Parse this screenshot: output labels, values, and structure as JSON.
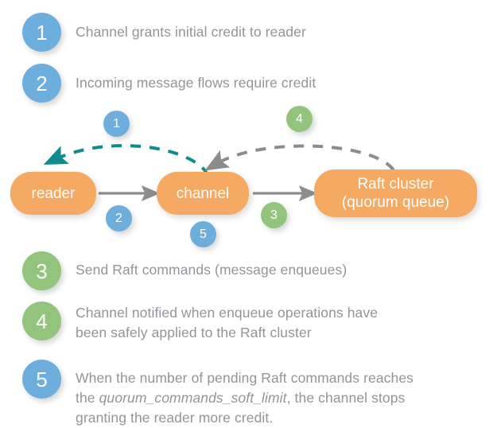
{
  "colors": {
    "blue": "#6eaedd",
    "green": "#93c47d",
    "orange": "#f5a962",
    "text_gray": "#919599",
    "arrow_gray": "#8c8c8c",
    "arrow_teal": "#0f8b8d",
    "background": "#ffffff"
  },
  "legend_top": [
    {
      "number": "1",
      "text": "Channel grants initial credit to reader",
      "color": "blue"
    },
    {
      "number": "2",
      "text": "Incoming message flows require credit",
      "color": "blue"
    }
  ],
  "diagram": {
    "nodes": [
      {
        "id": "reader",
        "label": "reader"
      },
      {
        "id": "channel",
        "label": "channel"
      },
      {
        "id": "raft",
        "label": "Raft cluster\n(quorum queue)"
      }
    ],
    "markers": [
      {
        "number": "1",
        "color": "blue",
        "near": "reader-to-channel-dashed-teal"
      },
      {
        "number": "2",
        "color": "blue",
        "near": "reader-to-channel-solid"
      },
      {
        "number": "3",
        "color": "green",
        "near": "channel-to-raft-solid"
      },
      {
        "number": "4",
        "color": "green",
        "near": "raft-to-channel-dashed-gray"
      },
      {
        "number": "5",
        "color": "blue",
        "near": "channel-bottom"
      }
    ],
    "edges": [
      {
        "from": "reader",
        "to": "channel",
        "style": "solid",
        "color": "#8c8c8c"
      },
      {
        "from": "channel",
        "to": "raft",
        "style": "solid",
        "color": "#8c8c8c"
      },
      {
        "from": "channel",
        "to": "reader",
        "style": "dashed",
        "color": "#0f8b8d"
      },
      {
        "from": "raft",
        "to": "channel",
        "style": "dashed",
        "color": "#8c8c8c"
      }
    ]
  },
  "legend_bottom": [
    {
      "number": "3",
      "color": "green",
      "text": "Send Raft commands (message enqueues)",
      "italic": ""
    },
    {
      "number": "4",
      "color": "green",
      "text": "Channel notified when enqueue operations have\nbeen safely applied to the Raft cluster",
      "italic": ""
    },
    {
      "number": "5",
      "color": "blue",
      "text_before": "When the number of pending Raft commands reaches\nthe ",
      "italic": "quorum_commands_soft_limit",
      "text_after": ", the channel stops\ngranting the reader more credit."
    }
  ]
}
